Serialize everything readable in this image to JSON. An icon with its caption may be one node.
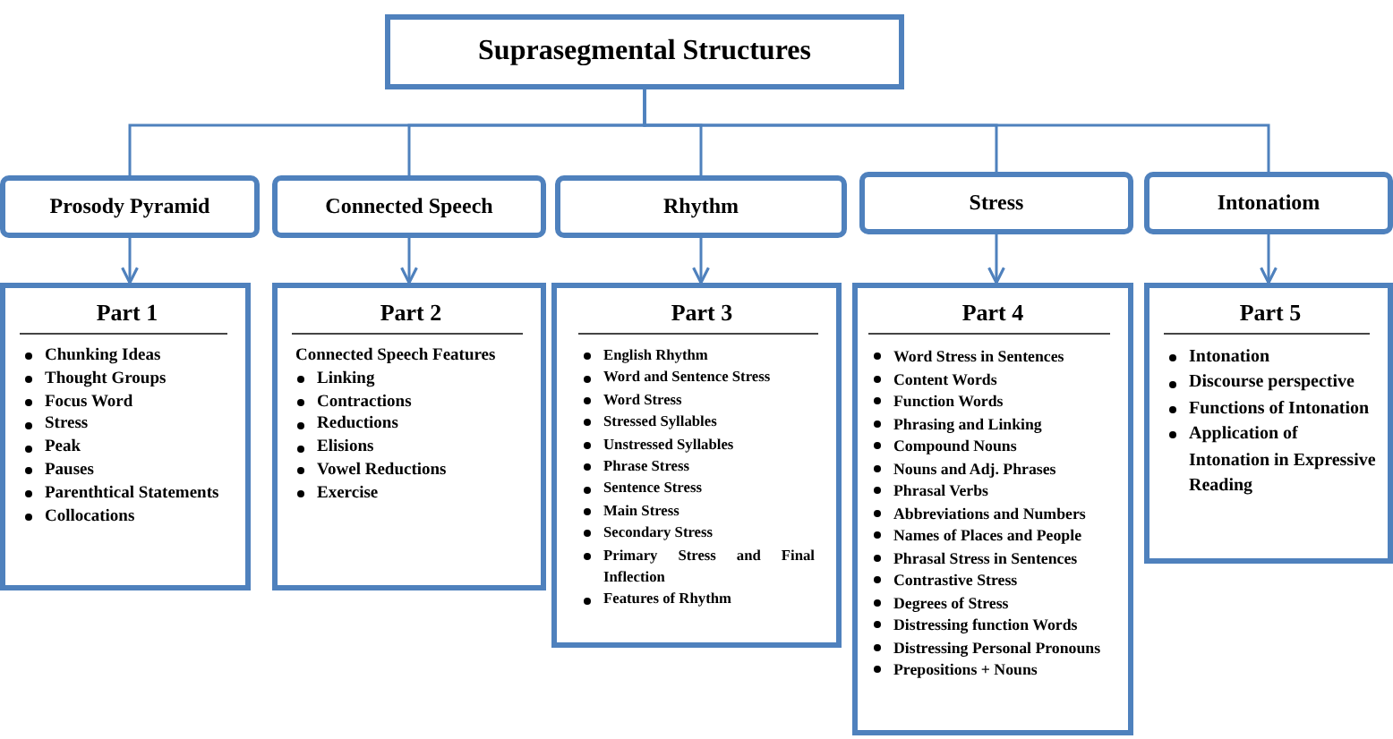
{
  "diagram": {
    "nodes": [
      {
        "text": [
          "Suprasegmental Structures"
        ]
      },
      {
        "text": [
          "Prosody Pyramid"
        ]
      },
      {
        "text": [
          "Connected Speech"
        ]
      },
      {
        "text": [
          "Rhythm"
        ]
      },
      {
        "text": [
          "Stress"
        ]
      },
      {
        "text": [
          "Intonatiom"
        ]
      },
      {
        "text": [
          "Part 1",
          "Chunking Ideas",
          "Thought Groups",
          "Focus Word",
          "Stress",
          "Peak",
          "Pauses",
          "Parenthtical Statements",
          "Collocations"
        ]
      },
      {
        "text": [
          "Part 2",
          "Connected Speech Features",
          "Linking",
          "Contractions",
          "Reductions",
          "Elisions",
          "Vowel Reductions",
          "Exercise"
        ]
      },
      {
        "text": [
          "Part 3",
          "English Rhythm",
          "Word and Sentence Stress",
          "Word Stress",
          "Stressed Syllables",
          "Unstressed Syllables",
          "Phrase Stress",
          "Sentence Stress",
          "Main Stress",
          "Secondary Stress",
          "Primary Stress and Final Inflection",
          "Features of Rhythm"
        ]
      },
      {
        "text": [
          "Part 4",
          "Word Stress in Sentences",
          "Content Words",
          "Function Words",
          "Phrasing and Linking",
          "Compound Nouns",
          "Nouns and Adj. Phrases",
          "Phrasal Verbs",
          "Abbreviations and Numbers",
          "Names of Places and People",
          "Phrasal Stress in Sentences",
          "Contrastive Stress",
          "Degrees of Stress",
          "Distressing function Words",
          "Distressing Personal Pronouns",
          "Prepositions + Nouns"
        ]
      },
      {
        "text": [
          "Part 5",
          "Intonation",
          "Discourse perspective",
          "Functions of Intonation",
          "Application of Intonation in Expressive Reading"
        ]
      }
    ],
    "edges": [
      {
        "from": 0,
        "to": 1,
        "arrow": "none"
      },
      {
        "from": 0,
        "to": 2,
        "arrow": "none"
      },
      {
        "from": 0,
        "to": 3,
        "arrow": "none"
      },
      {
        "from": 0,
        "to": 4,
        "arrow": "none"
      },
      {
        "from": 0,
        "to": 5,
        "arrow": "none"
      },
      {
        "from": 1,
        "to": 6,
        "arrow": "to"
      },
      {
        "from": 2,
        "to": 7,
        "arrow": "to"
      },
      {
        "from": 3,
        "to": 8,
        "arrow": "to"
      },
      {
        "from": 4,
        "to": 9,
        "arrow": "to"
      },
      {
        "from": 5,
        "to": 10,
        "arrow": "to"
      }
    ]
  }
}
